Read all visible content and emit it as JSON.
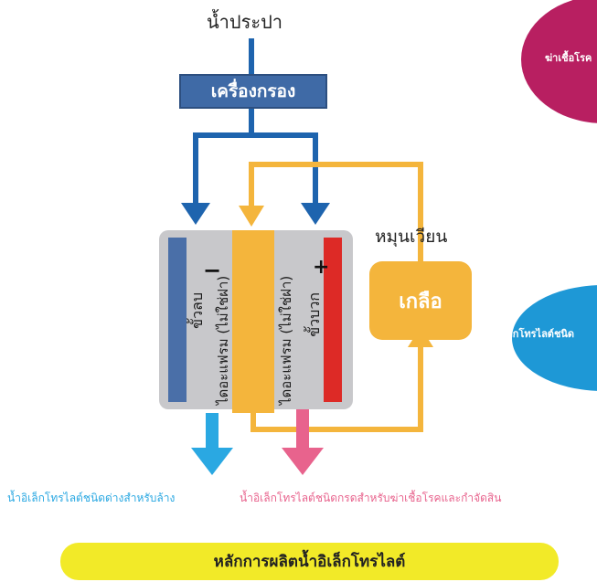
{
  "labels": {
    "tap_water": "น้ำประปา",
    "filter": "เครื่องกรอง",
    "recirculate": "หมุนเวียน",
    "salt": "เกลือ",
    "minus_sign": "−",
    "plus_sign": "+",
    "cathode": "ขั้วลบ",
    "anode": "ขั้วบวก",
    "membrane_left": "ไดอะแฟรม (ไม่ใช่ฝา)",
    "membrane_right": "ไดอะแฟรม (ไม่ใช่ฝา)",
    "alkaline_output": "น้ำอิเล็กโทรไลต์ชนิดด่างสำหรับล้าง",
    "acid_output": "น้ำอิเล็กโทรไลต์ชนิดกรดสำหรับฆ่าเชื้อโรคและกำจัดสิน",
    "bubble_magenta": "ฆ่าเชื้อโรค",
    "bubble_blue": "น้ำอิเล็กโทรไลต์ชนิด",
    "footer_title": "หลักการผลิตน้ำอิเล็กโทรไลต์"
  },
  "colors": {
    "filter_box": "#3f6aa6",
    "pipe_blue": "#1e64ae",
    "pipe_orange": "#f4b53c",
    "cell": "#c8c8cb",
    "cathode_plate": "#4a6fa8",
    "anode_plate": "#dd2a26",
    "salt_box": "#f4b53c",
    "out_alkaline": "#2aa8e2",
    "out_acid": "#e8638d",
    "bubble_magenta": "#b81f61",
    "bubble_blue": "#1e98d6",
    "title_bar": "#f2ea28"
  }
}
